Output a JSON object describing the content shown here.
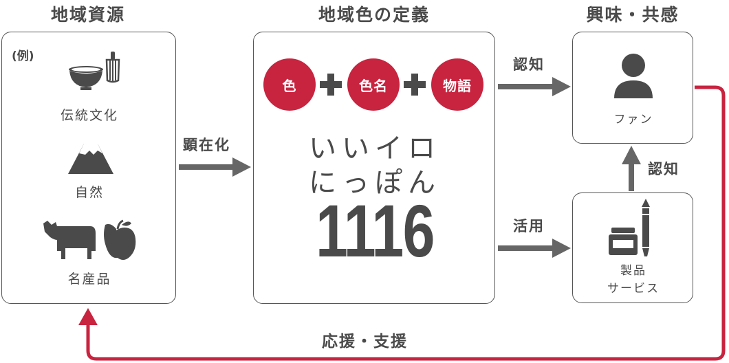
{
  "columns": {
    "resources_title": "地域資源",
    "definition_title": "地域色の定義",
    "interest_title": "興味・共感"
  },
  "resources": {
    "example_label": "(例)",
    "items": [
      {
        "label": "伝統文化",
        "icon": "tea-bowl-whisk-icon"
      },
      {
        "label": "自然",
        "icon": "mountain-icon"
      },
      {
        "label": "名産品",
        "icon": "cow-apple-icon"
      }
    ]
  },
  "definition": {
    "circle_1": "色",
    "circle_2": "色名",
    "circle_3": "物語",
    "logo_line1": "いいイロ",
    "logo_line2": "にっぽん",
    "logo_number": "1116"
  },
  "fan": {
    "label": "ファン",
    "icon": "person-icon"
  },
  "product": {
    "label_line1": "製品",
    "label_line2": "サービス",
    "icon": "ink-pen-icon"
  },
  "edges": {
    "materialize": "顕在化",
    "recognize_top": "認知",
    "utilize": "活用",
    "recognize_right": "認知",
    "support": "応援・支援"
  },
  "colors": {
    "accent": "#c8233f",
    "text": "#4a4a4a",
    "arrow": "#666666"
  }
}
